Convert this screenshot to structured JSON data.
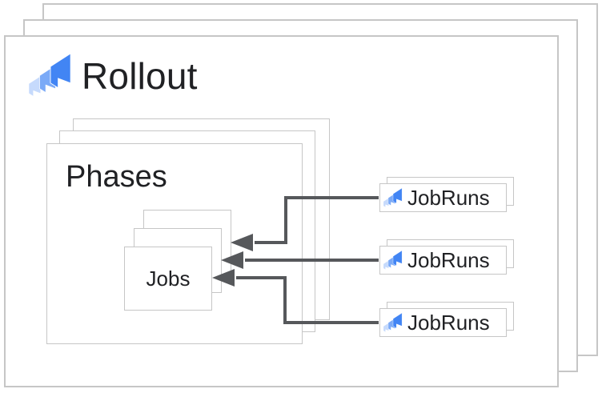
{
  "diagram": {
    "rollout_label": "Rollout",
    "phases_label": "Phases",
    "jobs_label": "Jobs",
    "jobruns": [
      {
        "label": "JobRuns"
      },
      {
        "label": "JobRuns"
      },
      {
        "label": "JobRuns"
      }
    ],
    "icons": {
      "rollout_icon": "cloud-deploy-icon",
      "jobruns_icon": "cloud-deploy-icon"
    },
    "colors": {
      "border": "#c6c6c6",
      "arrow": "#56585b",
      "text": "#202124",
      "icon_blue_dark": "#4285f4",
      "icon_blue_mid": "#7baaf7",
      "icon_blue_light": "#c6dafc",
      "background": "#ffffff"
    }
  }
}
